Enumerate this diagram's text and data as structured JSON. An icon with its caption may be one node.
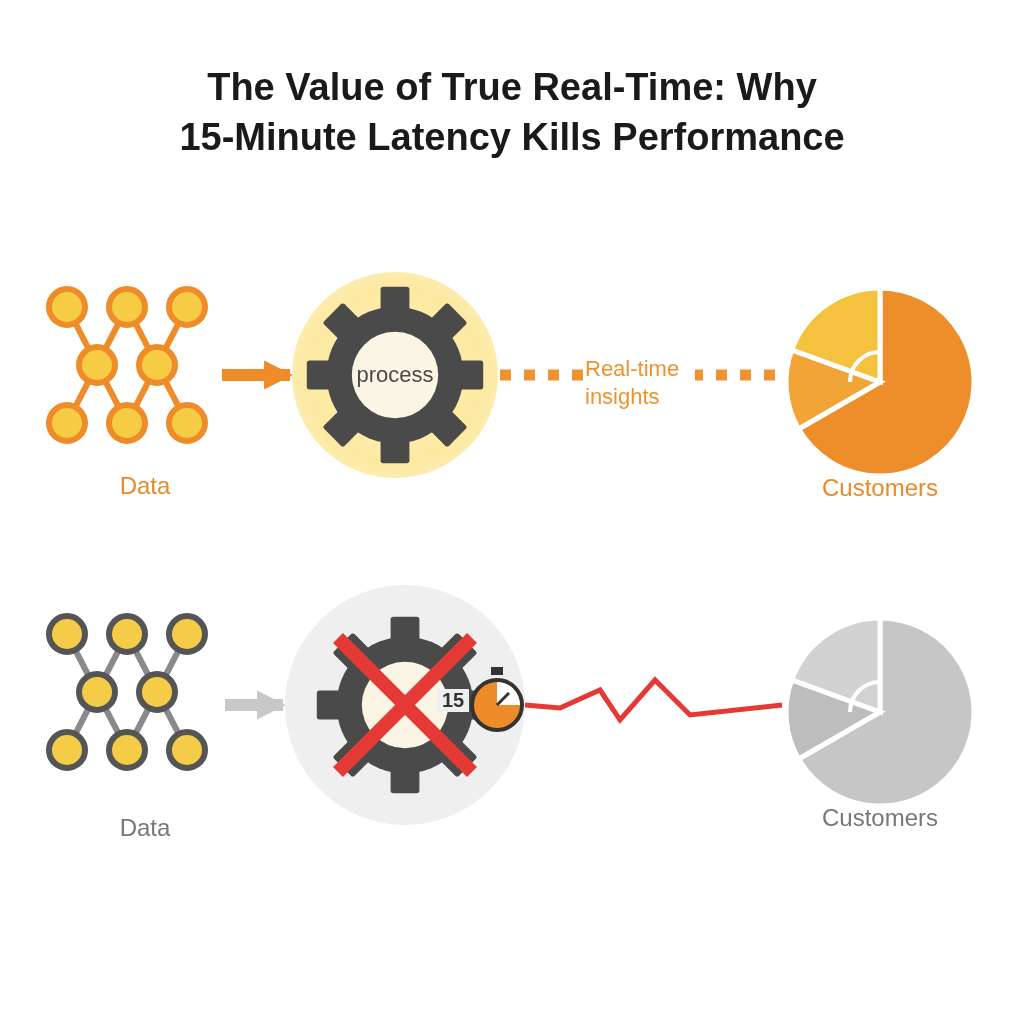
{
  "diagram": {
    "title": "The Value of True Real-Time: Why 15-Minute Latency Kills Performance",
    "nodes": [
      {
        "text": [
          "Data"
        ]
      },
      {
        "text": [
          "process"
        ]
      },
      {
        "text": [
          "Customers"
        ]
      },
      {
        "text": [
          "Data"
        ]
      },
      {
        "text": [
          "15"
        ]
      },
      {
        "text": [
          "Customers"
        ]
      }
    ],
    "edges": [
      {
        "from": 0,
        "to": 1,
        "arrow": "to",
        "color": "#ee8c2a"
      },
      {
        "from": 1,
        "to": 2,
        "arrow": "none",
        "label": "Real-time insights",
        "style": "dashed",
        "color": "#f0922e"
      },
      {
        "from": 3,
        "to": 4,
        "arrow": "to",
        "color": "#c8c8c8"
      },
      {
        "from": 4,
        "to": 5,
        "arrow": "none",
        "color": "#e53935"
      }
    ]
  }
}
